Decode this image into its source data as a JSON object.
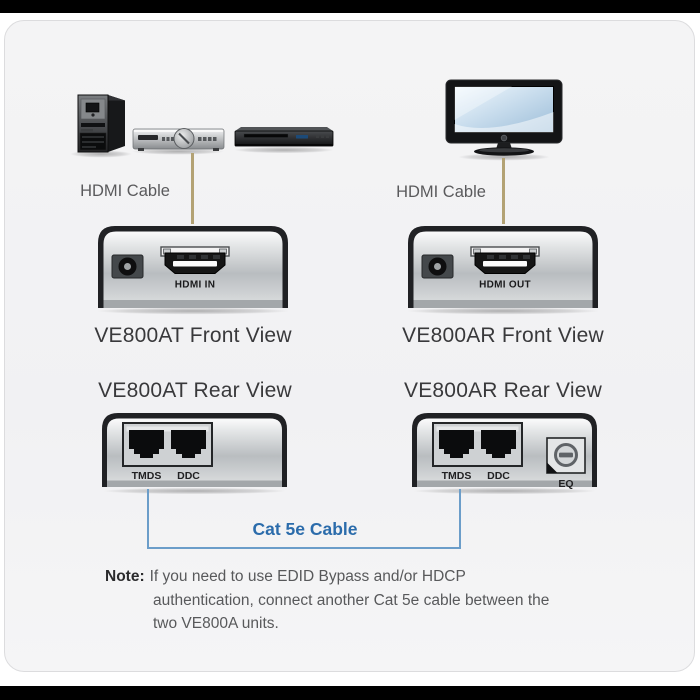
{
  "sources": {
    "hdmi_cable_label_left": "HDMI Cable",
    "hdmi_cable_label_right": "HDMI Cable"
  },
  "devices": {
    "transmitter_front": {
      "title": "VE800AT Front View",
      "port_label": "HDMI IN"
    },
    "receiver_front": {
      "title": "VE800AR Front View",
      "port_label": "HDMI OUT"
    },
    "transmitter_rear": {
      "title": "VE800AT Rear View",
      "port_labels": [
        "TMDS",
        "DDC"
      ]
    },
    "receiver_rear": {
      "title": "VE800AR Rear View",
      "port_labels": [
        "TMDS",
        "DDC"
      ],
      "eq_label": "EQ"
    }
  },
  "connections": {
    "cat5e_label": "Cat 5e Cable"
  },
  "note": {
    "prefix": "Note:",
    "text": "If you need to use EDID Bypass and/or HDCP authentication, connect another Cat 5e cable between the two VE800A units."
  },
  "icons": {
    "sources": [
      "pc-tower-icon",
      "av-receiver-icon",
      "dvd-player-icon"
    ],
    "display": "tv-monitor-icon",
    "ports": [
      "hdmi-port-icon",
      "power-jack-icon",
      "rj45-port-icon",
      "eq-screw-icon"
    ]
  },
  "colors": {
    "cat5e_text_blue": "#2b6cab",
    "cat5e_line_blue": "#6b9dc9",
    "hdmi_cable_line_tan": "#b3a274",
    "note_text_gray": "#58595b",
    "frame_black": "#000000",
    "panel_background": "#f3f3f4"
  }
}
